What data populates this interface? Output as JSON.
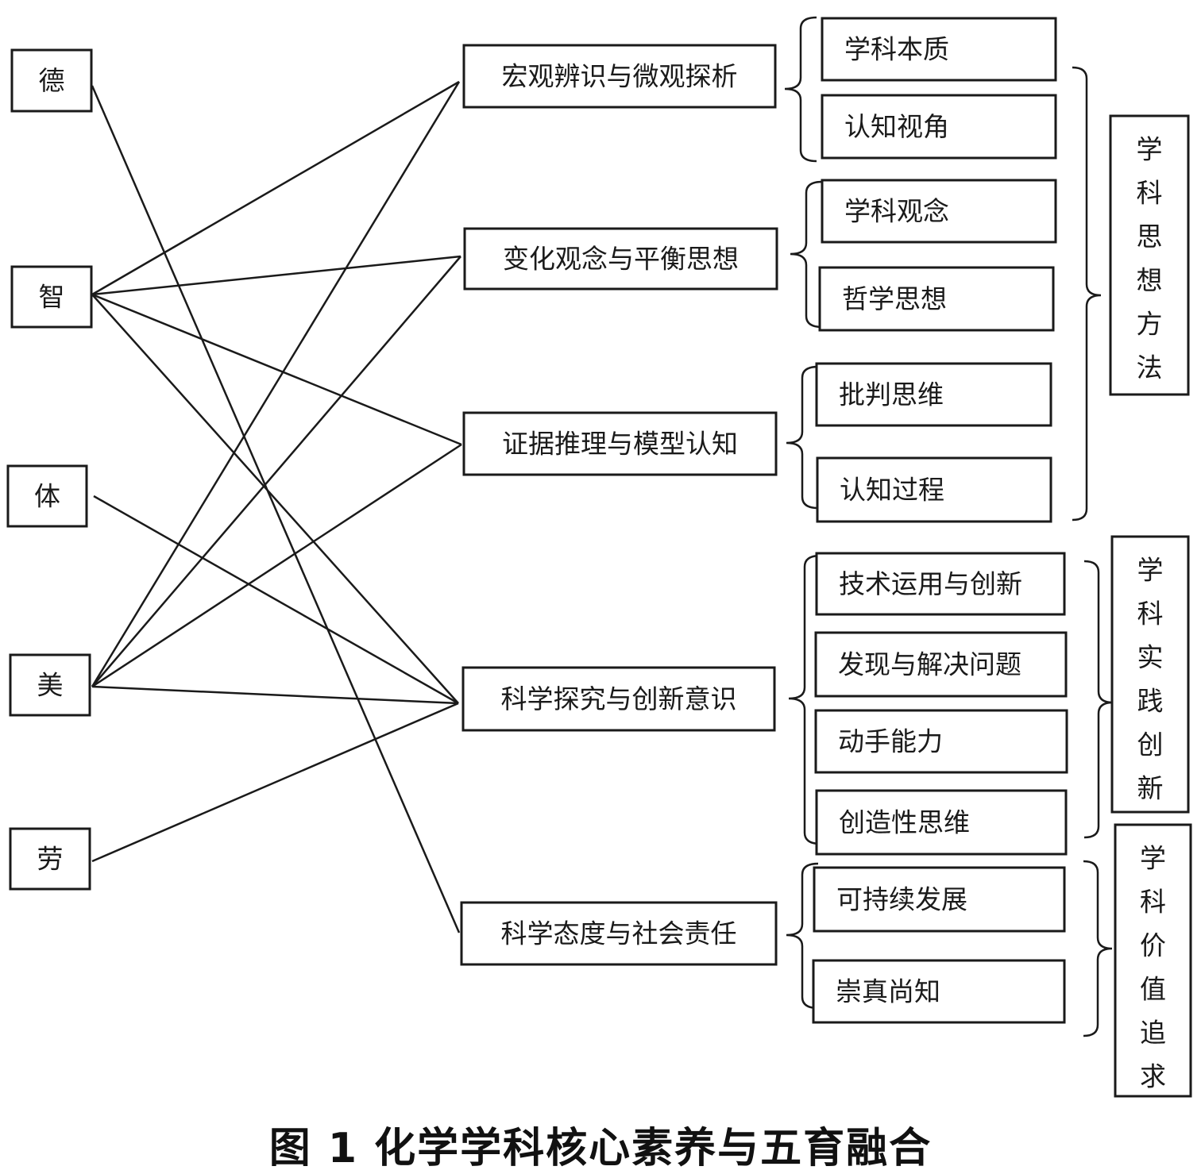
{
  "education": [
    "德",
    "智",
    "体",
    "美",
    "劳"
  ],
  "competencies": [
    "宏观辨识与微观探析",
    "变化观念与平衡思想",
    "证据推理与模型认知",
    "科学探究与创新意识",
    "科学态度与社会责任"
  ],
  "details": [
    "学科本质",
    "认知视角",
    "学科观念",
    "哲学思想",
    "批判思维",
    "认知过程",
    "技术运用与创新",
    "发现与解决问题",
    "动手能力",
    "创造性思维",
    "可持续发展",
    "崇真尚知"
  ],
  "categories": [
    "学科思想方法",
    "学科实践创新",
    "学科价值追求"
  ],
  "links": [
    [
      "德",
      "科学态度与社会责任"
    ],
    [
      "智",
      "宏观辨识与微观探析"
    ],
    [
      "智",
      "变化观念与平衡思想"
    ],
    [
      "智",
      "证据推理与模型认知"
    ],
    [
      "智",
      "科学探究与创新意识"
    ],
    [
      "体",
      "科学探究与创新意识"
    ],
    [
      "美",
      "宏观辨识与微观探析"
    ],
    [
      "美",
      "变化观念与平衡思想"
    ],
    [
      "美",
      "证据推理与模型认知"
    ],
    [
      "美",
      "科学探究与创新意识"
    ],
    [
      "劳",
      "科学探究与创新意识"
    ]
  ],
  "caption": "图 1  化学学科核心素养与五育融合"
}
